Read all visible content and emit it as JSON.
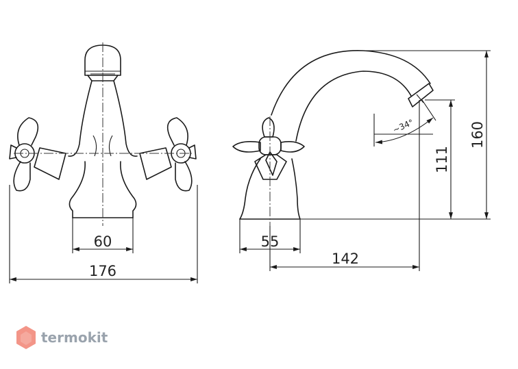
{
  "dimensions": {
    "front_base_width": "60",
    "front_overall_width": "176",
    "side_base_width": "55",
    "side_spout_reach": "142",
    "side_spout_height": "111",
    "side_overall_height": "160",
    "spout_angle": "~34°"
  },
  "brand": {
    "name": "termokit",
    "logo_color": "#f07a6a",
    "text_color": "#9aa3ad"
  }
}
